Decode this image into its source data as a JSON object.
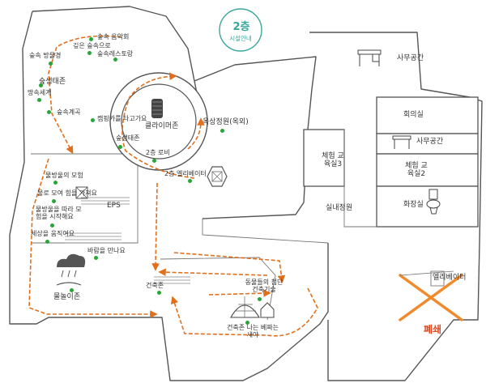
{
  "badge": {
    "floor": "2층",
    "subtitle": "시설안내",
    "color": "#3aa79a"
  },
  "colors": {
    "route": "#e0701e",
    "point": "#2aa53a",
    "closed": "#f08a2c",
    "closed_text": "#e0461e"
  },
  "exhibits": [
    {
      "id": "forest-music",
      "label": "숲속 음악회"
    },
    {
      "id": "deep-forest",
      "label": "깊은 숲속으로"
    },
    {
      "id": "forest-restaurant",
      "label": "숲속레스토랑"
    },
    {
      "id": "forest-museum",
      "label": "숲속 방물경"
    },
    {
      "id": "forest-life",
      "label": "숲생태존"
    },
    {
      "id": "underground-world",
      "label": "땅속세계"
    },
    {
      "id": "forest-valley",
      "label": "숲속계곡"
    },
    {
      "id": "camping-car",
      "label": "캠핑카를 타고가요"
    },
    {
      "id": "forest-zone",
      "label": "숲생태존"
    },
    {
      "id": "waterdrop-adventure",
      "label": "물방울의 모험"
    },
    {
      "id": "gather-power",
      "label": "물로 모여 힘을 가져요"
    },
    {
      "id": "follow-drop",
      "label": "물방울을 따라 모험을 시작해요"
    },
    {
      "id": "move-world",
      "label": "세상을 움직여요"
    },
    {
      "id": "meet-wind",
      "label": "바람을 만나요"
    },
    {
      "id": "water-play",
      "label": "물놀이존"
    },
    {
      "id": "lobby",
      "label": "2층 로비"
    },
    {
      "id": "elevator",
      "label": "2층 엘리베이터"
    },
    {
      "id": "rooftop",
      "label": "옥상정원(옥외)"
    },
    {
      "id": "architecture",
      "label": "건축존"
    },
    {
      "id": "animal-arch",
      "label": "동물들의 첨단건축기술"
    },
    {
      "id": "architecture-nest",
      "label": "건축존 나는 베짜는 새야"
    }
  ],
  "rooms": {
    "climate": "클라이머존",
    "eps": "EPS",
    "office1": "사무공간",
    "meeting": "회의실",
    "office2": "사무공간",
    "exp3": "체험 교육실3",
    "exp2": "체험 교육실2",
    "indoor_garden": "실내정원",
    "restroom": "화장실",
    "closed_elevator": "엘리베이터",
    "closed_mark": "폐쇄"
  },
  "icons": [
    "desk-icon",
    "toilet-icon",
    "tree-trunk-icon",
    "cloud-rain-icon",
    "dome-tent-icon",
    "house-icon",
    "stairs-icon",
    "box-icon"
  ]
}
